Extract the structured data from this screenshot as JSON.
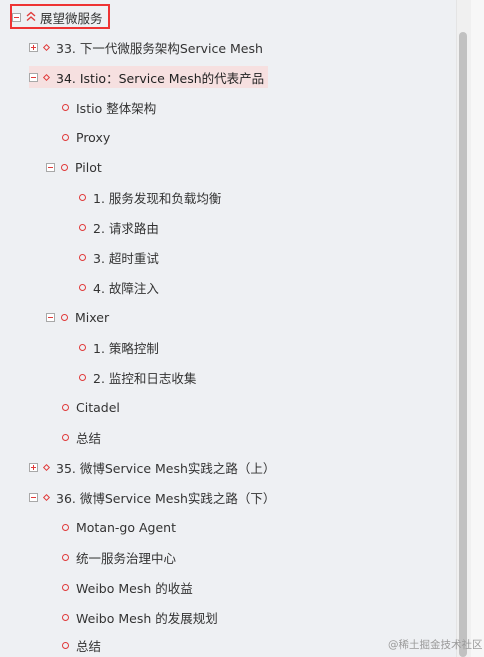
{
  "root": {
    "label": "展望微服务",
    "expanded": true
  },
  "items": [
    {
      "label": "33. 下一代微服务架构Service Mesh",
      "level": 1,
      "kind": "branch",
      "expanded": false
    },
    {
      "label": "34. Istio：Service Mesh的代表产品",
      "level": 1,
      "kind": "branch",
      "expanded": true,
      "selected": true
    },
    {
      "label": "Istio 整体架构",
      "level": 2,
      "kind": "leaf"
    },
    {
      "label": "Proxy",
      "level": 2,
      "kind": "leaf"
    },
    {
      "label": "Pilot",
      "level": 2,
      "kind": "branch",
      "expanded": true
    },
    {
      "label": "1. 服务发现和负载均衡",
      "level": 3,
      "kind": "leaf"
    },
    {
      "label": "2. 请求路由",
      "level": 3,
      "kind": "leaf"
    },
    {
      "label": "3. 超时重试",
      "level": 3,
      "kind": "leaf"
    },
    {
      "label": "4. 故障注入",
      "level": 3,
      "kind": "leaf"
    },
    {
      "label": "Mixer",
      "level": 2,
      "kind": "branch",
      "expanded": true
    },
    {
      "label": "1. 策略控制",
      "level": 3,
      "kind": "leaf"
    },
    {
      "label": "2. 监控和日志收集",
      "level": 3,
      "kind": "leaf"
    },
    {
      "label": "Citadel",
      "level": 2,
      "kind": "leaf"
    },
    {
      "label": "总结",
      "level": 2,
      "kind": "leaf"
    },
    {
      "label": "35. 微博Service Mesh实践之路（上）",
      "level": 1,
      "kind": "branch",
      "expanded": false
    },
    {
      "label": "36. 微博Service Mesh实践之路（下）",
      "level": 1,
      "kind": "branch",
      "expanded": true
    },
    {
      "label": "Motan-go Agent",
      "level": 2,
      "kind": "leaf"
    },
    {
      "label": "统一服务治理中心",
      "level": 2,
      "kind": "leaf"
    },
    {
      "label": "Weibo Mesh 的收益",
      "level": 2,
      "kind": "leaf"
    },
    {
      "label": "Weibo Mesh 的发展规划",
      "level": 2,
      "kind": "leaf"
    },
    {
      "label": "总结",
      "level": 2,
      "kind": "leaf"
    }
  ],
  "watermark": "@稀土掘金技术社区",
  "colors": {
    "accent": "#e03a3a",
    "highlight": "#f6e0e0",
    "background": "#eef0f3"
  }
}
